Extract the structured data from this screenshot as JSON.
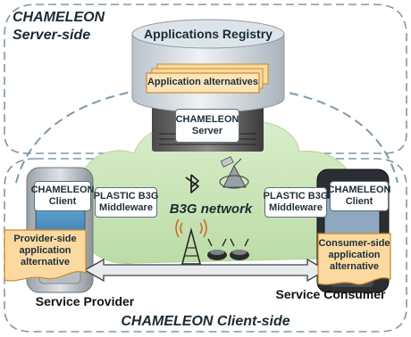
{
  "server_side": {
    "title_line1": "CHAMELEON",
    "title_line2": "Server-side",
    "registry_label": "Applications Registry",
    "alternatives_label": "Application alternatives",
    "server_label_line1": "CHAMELEON",
    "server_label_line2": "Server"
  },
  "network": {
    "label": "B3G network"
  },
  "client_side": {
    "title": "CHAMELEON Client-side",
    "provider": {
      "client_line1": "CHAMELEON",
      "client_line2": "Client",
      "middleware_line1": "PLASTIC B3G",
      "middleware_line2": "Middleware",
      "alternative_line1": "Provider-side",
      "alternative_line2": "application",
      "alternative_line3": "alternative",
      "caption": "Service Provider"
    },
    "consumer": {
      "middleware_line1": "PLASTIC B3G",
      "middleware_line2": "Middleware",
      "client_line1": "CHAMELEON",
      "client_line2": "Client",
      "alternative_line1": "Consumer-side",
      "alternative_line2": "application",
      "alternative_line3": "alternative",
      "caption": "Service Consumer"
    }
  },
  "colors": {
    "dashed_border": "#7f97a8",
    "cloud": "#c9e4b7",
    "note_fill": "#fbd9a0",
    "note_border": "#c98a2a",
    "arrow_fill": "#e9ecee"
  },
  "icons": [
    "server-rack-icon",
    "database-cylinder-icon",
    "cloud-icon",
    "bluetooth-icon",
    "satellite-icon",
    "radio-tower-icon",
    "wifi-router-icon",
    "phone-icon",
    "double-arrow-icon"
  ]
}
